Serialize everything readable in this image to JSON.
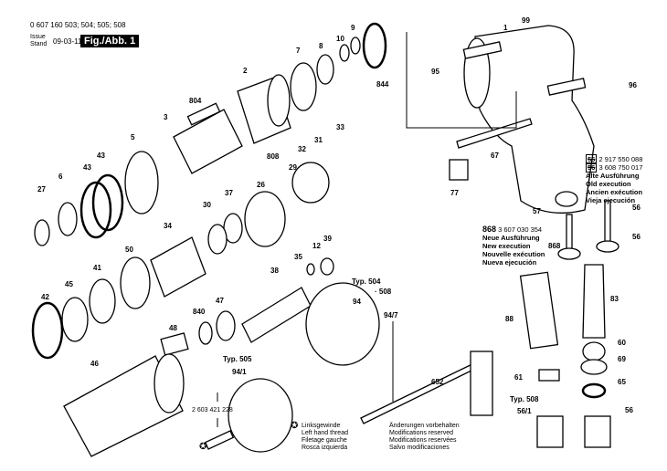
{
  "header": {
    "part_numbers": "0 607 160 503; 504; 505; 508",
    "issue_label": "Issue",
    "stand_label": "Stand",
    "date": "09-03-11",
    "figure": "Fig./Abb. 1"
  },
  "old_execution": {
    "line1_ref": "56",
    "line1_number": "2 917 550 088",
    "line2_ref": "56",
    "line2_number": "3 608 750 017",
    "labels": [
      "Alte Ausführung",
      "Old execution",
      "Ancien exécution",
      "Vieja ejecución"
    ]
  },
  "new_execution": {
    "ref": "868",
    "number": "3 607 030 354",
    "labels": [
      "Neue Ausführung",
      "New execution",
      "Nouvelle exécution",
      "Nueva ejecución"
    ]
  },
  "left_hand_thread": [
    "Linksgewinde",
    "Left hand thread",
    "Filetage gauche",
    "Rosca izquierda"
  ],
  "modifications": [
    "Änderungen vorbehalten",
    "Modifications reserved",
    "Modifications reservées",
    "Salvo modificaciones"
  ],
  "screw_number": "2 603 421 228",
  "callouts": [
    "99",
    "1",
    "95",
    "96",
    "9",
    "10",
    "8",
    "7",
    "844",
    "2",
    "804",
    "3",
    "5",
    "43",
    "43",
    "6",
    "27",
    "33",
    "32",
    "31",
    "808",
    "29",
    "26",
    "37",
    "30",
    "34",
    "50",
    "41",
    "45",
    "42",
    "39",
    "12",
    "35",
    "38",
    "840",
    "47",
    "48",
    "46",
    "Typ. 504",
    "· 508",
    "94",
    "94/7",
    "Typ. 505",
    "94/1",
    "67",
    "77",
    "57",
    "868",
    "56",
    "56",
    "83",
    "88",
    "60",
    "69",
    "65",
    "61",
    "652",
    "Typ. 508",
    "56/1",
    "56"
  ]
}
